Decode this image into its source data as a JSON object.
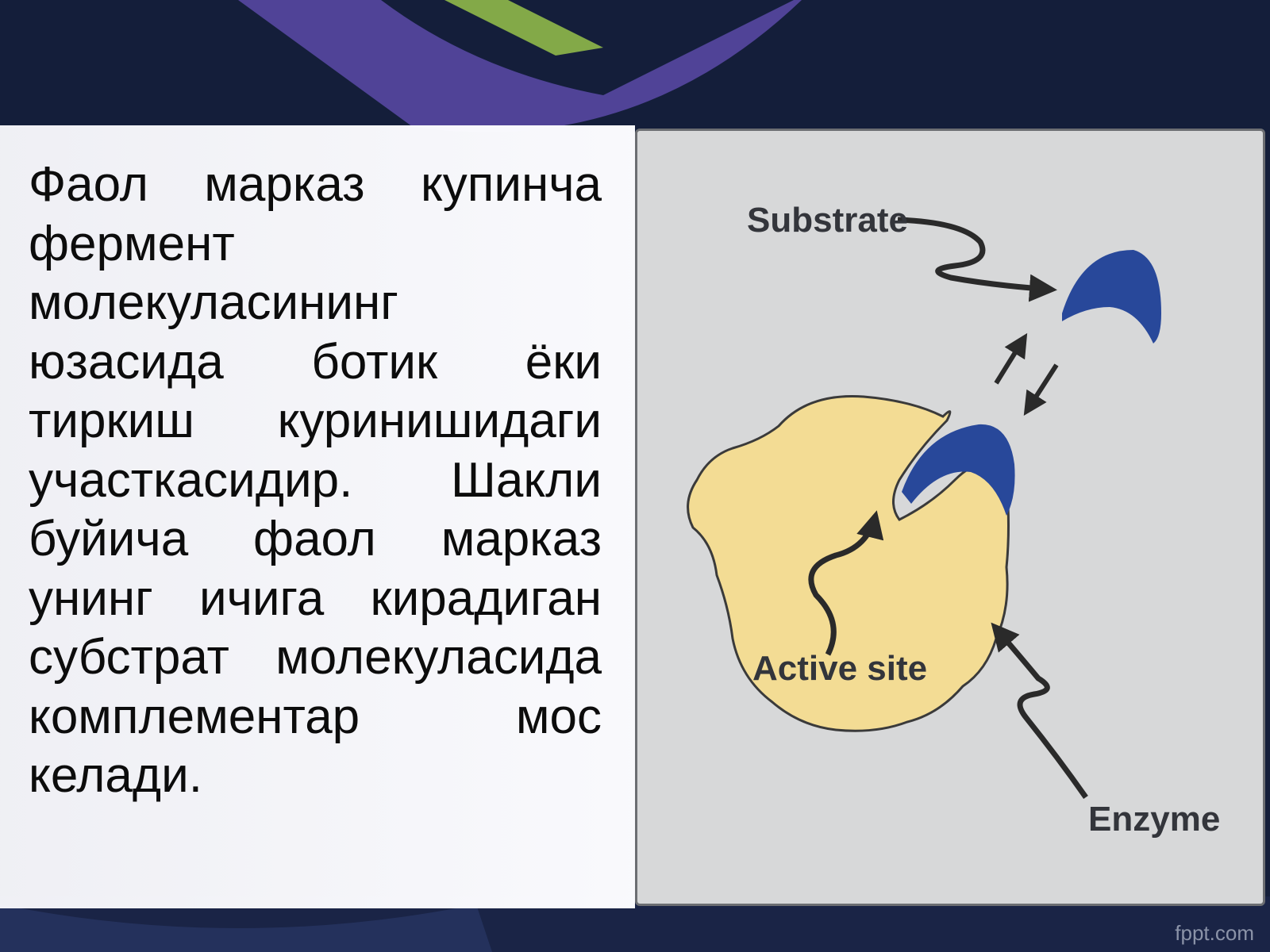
{
  "slide": {
    "paragraph": "Фаол марказ купинча фермент молекуласининг юзасида ботик ёки тиркиш куринишидаги участкасидир. Шакли буйича фаол марказ унинг ичига кирадиган субстрат молекуласида комплементар мос келади."
  },
  "diagram": {
    "labels": {
      "substrate": "Substrate",
      "active_site": "Active site",
      "enzyme": "Enzyme"
    },
    "colors": {
      "background": "#d7d8d9",
      "enzyme_fill": "#f3dc94",
      "substrate_fill": "#28489a",
      "arrow": "#2a2a2a"
    }
  },
  "footer": {
    "brand": "fppt.com"
  }
}
